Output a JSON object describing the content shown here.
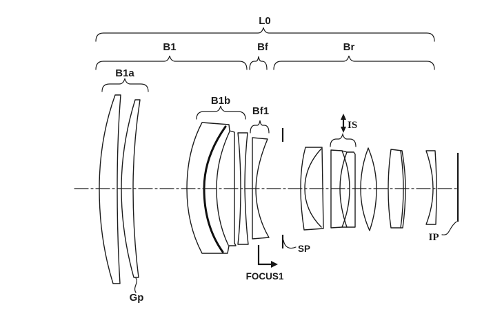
{
  "figure": {
    "type": "patent-lens-cross-section",
    "background": "#ffffff",
    "line_color": "#1c1c1c",
    "labels": {
      "l0": "L0",
      "b1": "B1",
      "bf": "Bf",
      "br": "Br",
      "b1a": "B1a",
      "b1b": "B1b",
      "bf1": "Bf1",
      "is": "IS",
      "sp": "SP",
      "focus1": "FOCUS1",
      "gp": "Gp",
      "ip": "IP"
    }
  }
}
